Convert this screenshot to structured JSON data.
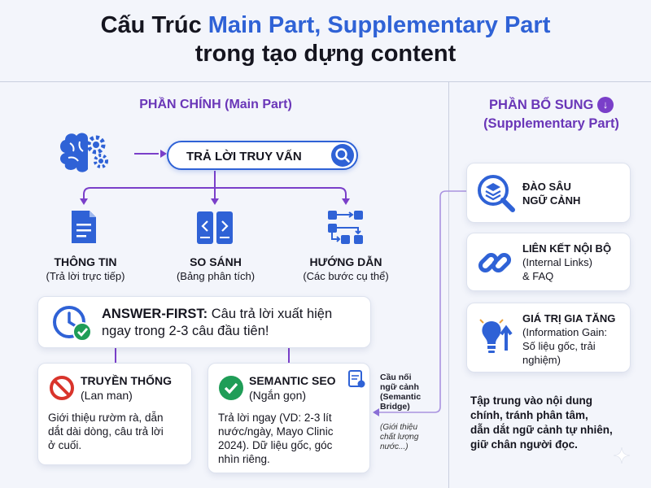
{
  "header": {
    "title_prefix": "Cấu Trúc ",
    "title_highlight": "Main Part, Supplementary Part",
    "title_line2": "trong tạo dựng content"
  },
  "main_part": {
    "title": "PHẦN CHÍNH (Main Part)",
    "query_label": "TRẢ LỜI TRUY VẤN",
    "categories": [
      {
        "title": "THÔNG TIN",
        "subtitle": "(Trả lời trực tiếp)",
        "icon": "document-icon"
      },
      {
        "title": "SO SÁNH",
        "subtitle": "(Bảng phân tích)",
        "icon": "compare-icon"
      },
      {
        "title": "HƯỚNG DẪN",
        "subtitle": "(Các bước cụ thể)",
        "icon": "steps-flow-icon"
      }
    ],
    "answer_first": {
      "label": "ANSWER-FIRST:",
      "text": " Câu trả lời xuất hiện",
      "text_line2": "ngay trong 2-3 câu đầu tiên!"
    },
    "traditional": {
      "title": "TRUYỀN THỐNG",
      "subtitle": "(Lan man)",
      "body": [
        "Giới thiệu rườm rà, dẫn",
        "dắt dài dòng, câu trả lời",
        "ở cuối."
      ]
    },
    "semantic_seo": {
      "title": "SEMANTIC SEO",
      "subtitle": "(Ngắn gọn)",
      "body": [
        "Trả lời ngay (VD: 2-3 lít",
        "nước/ngày, Mayo Clinic",
        "2024). Dữ liệu gốc, góc",
        "nhìn riêng."
      ]
    },
    "bridge": {
      "label": [
        "Cầu nối",
        "ngữ cảnh",
        "(Semantic",
        "Bridge)"
      ],
      "note": [
        "(Giới thiệu",
        "chất lượng",
        "nước...)"
      ]
    }
  },
  "supplementary": {
    "title_line1": "PHẦN BỔ SUNG",
    "title_line2": "(Supplementary Part)",
    "title_icon": "arrow-down-circle-icon",
    "cards": [
      {
        "lines": [
          "ĐÀO SÂU",
          "NGỮ CẢNH"
        ],
        "icon": "layers-search-icon"
      },
      {
        "lines": [
          "LIÊN KẾT NỘI BỘ",
          "(Internal Links)",
          "& FAQ"
        ],
        "icon": "chain-link-icon"
      },
      {
        "lines": [
          "GIÁ TRỊ GIA TĂNG",
          "(Information Gain:",
          "Số liệu gốc, trải",
          "nghiệm)"
        ],
        "icon": "lightbulb-arrow-icon"
      }
    ],
    "summary": [
      "Tập trung vào nội dung",
      "chính, tránh phân tâm,",
      "dẫn dắt ngữ cảnh tự nhiên,",
      "giữ chân người đọc."
    ]
  },
  "colors": {
    "blue": "#2f62d6",
    "purple": "#6a36b8",
    "red": "#d9342b",
    "green": "#1f9d57"
  }
}
